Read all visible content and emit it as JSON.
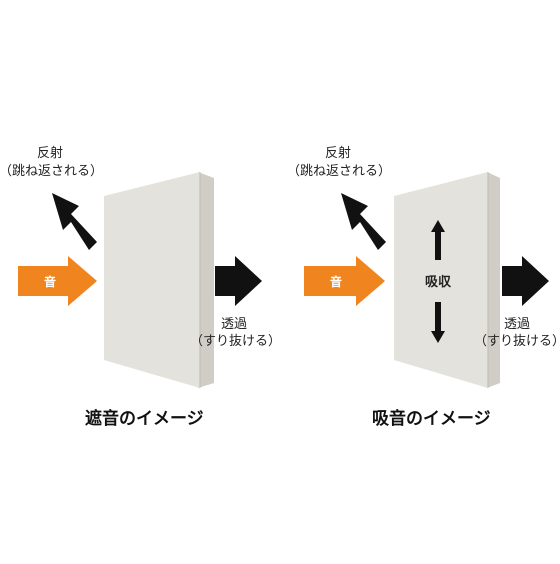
{
  "colors": {
    "incident": "#f0841f",
    "panel_front": "#e3e2dc",
    "panel_side": "#cfcdc5",
    "arrow": "#111111"
  },
  "left": {
    "incident_label": "音",
    "reflect_line1": "反射",
    "reflect_line2": "（跳ね返される）",
    "transmit_line1": "透過",
    "transmit_line2": "（すり抜ける）",
    "caption": "遮音のイメージ"
  },
  "right": {
    "incident_label": "音",
    "reflect_line1": "反射",
    "reflect_line2": "（跳ね返される）",
    "absorb_label": "吸収",
    "transmit_line1": "透過",
    "transmit_line2": "（すり抜ける）",
    "caption": "吸音のイメージ"
  }
}
